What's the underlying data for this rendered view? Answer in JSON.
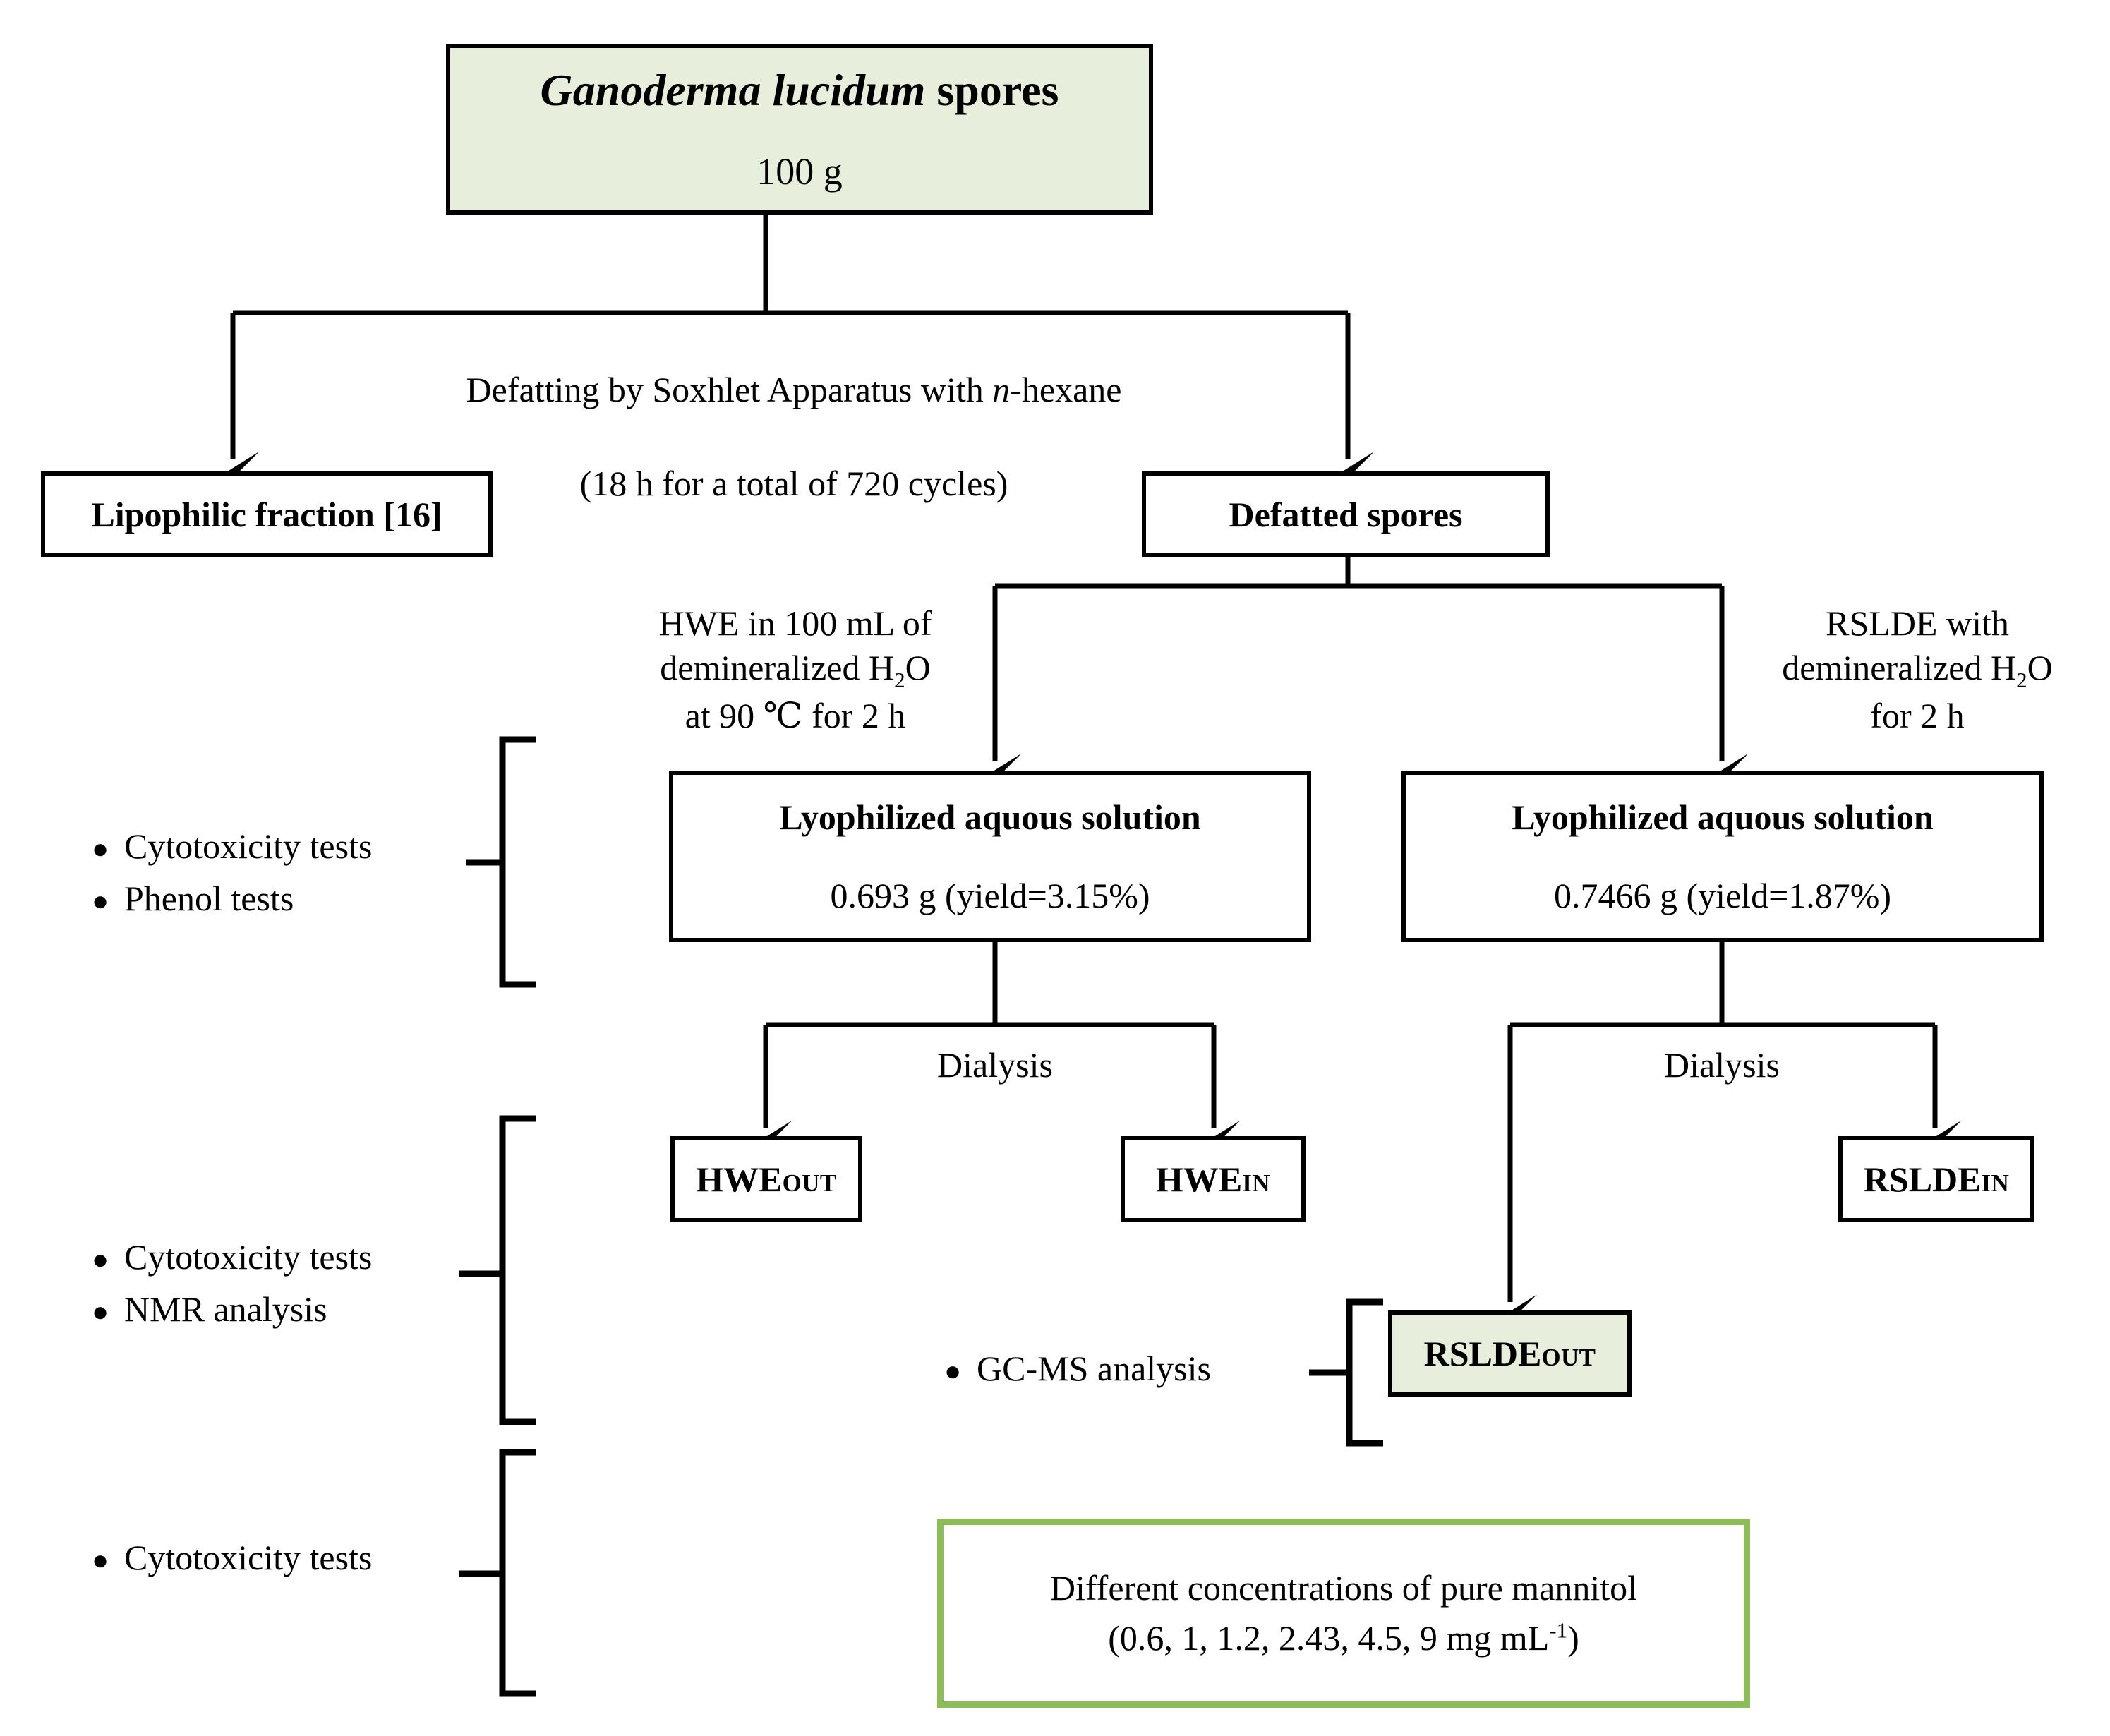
{
  "colors": {
    "box_fill_green": "#e7eedc",
    "box_border_green": "#8cbd57",
    "line": "#000000",
    "background": "#ffffff"
  },
  "nodes": {
    "spores": {
      "title_italic": "Ganoderma lucidum",
      "title_rest": " spores",
      "amount": "100 g"
    },
    "lipophilic": {
      "label": "Lipophilic fraction [16]"
    },
    "defatted": {
      "label": "Defatted spores"
    },
    "hwe_solution": {
      "label": "Lyophilized aquous solution",
      "value": "0.693 g (yield=3.15%)"
    },
    "rslde_solution": {
      "label": "Lyophilized aquous solution",
      "value": "0.7466 g (yield=1.87%)"
    },
    "hwe_out": {
      "base": "HWE",
      "suffix": "OUT"
    },
    "hwe_in": {
      "base": "HWE",
      "suffix": "IN"
    },
    "rslde_in": {
      "base": "RSLDE",
      "suffix": "IN"
    },
    "rslde_out": {
      "base": "RSLDE",
      "suffix": "OUT"
    },
    "mannitol": {
      "line1": "Different concentrations of pure mannitol",
      "line2_pre": "(0.6, 1, 1.2, 2.43, 4.5, 9 mg mL",
      "line2_sup": "-1",
      "line2_post": ")"
    }
  },
  "edge_labels": {
    "defatting_line1_pre": "Defatting by Soxhlet Apparatus with ",
    "defatting_line1_ital": "n",
    "defatting_line1_post": "-hexane",
    "defatting_line2": "(18 h for a total of 720 cycles)",
    "hwe_pre": "HWE in 100 mL of\ndemineralized H",
    "hwe_sub": "2",
    "hwe_post": "O\nat 90 ℃ for 2 h",
    "rslde_pre": "RSLDE with\ndemineralized H",
    "rslde_sub": "2",
    "rslde_post": "O\nfor 2 h",
    "dialysis_left": "Dialysis",
    "dialysis_right": "Dialysis"
  },
  "bullet_groups": {
    "group1": {
      "items": [
        "Cytotoxicity tests",
        "Phenol tests"
      ]
    },
    "group2": {
      "items": [
        "Cytotoxicity tests",
        "NMR analysis"
      ]
    },
    "group3": {
      "items": [
        "Cytotoxicity tests"
      ]
    },
    "group_gcms": {
      "items": [
        "GC-MS analysis"
      ]
    }
  },
  "bullet_glyph": "●"
}
